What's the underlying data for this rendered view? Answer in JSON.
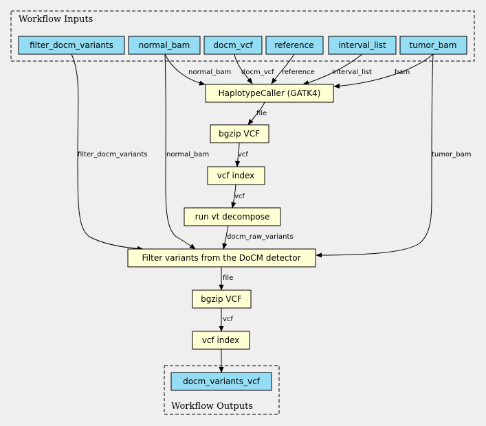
{
  "clusters": {
    "inputs_label": "Workflow Inputs",
    "outputs_label": "Workflow Outputs"
  },
  "inputs": {
    "filter_docm_variants": "filter_docm_variants",
    "normal_bam": "normal_bam",
    "docm_vcf": "docm_vcf",
    "reference": "reference",
    "interval_list": "interval_list",
    "tumor_bam": "tumor_bam"
  },
  "steps": {
    "haplotypecaller": "HaplotypeCaller (GATK4)",
    "bgzip1": "bgzip VCF",
    "index1": "vcf index",
    "decompose": "run vt decompose",
    "filter": "Filter variants from the DoCM detector",
    "bgzip2": "bgzip VCF",
    "index2": "vcf index"
  },
  "outputs": {
    "docm_variants_vcf": "docm_variants_vcf"
  },
  "edges": {
    "normal_bam_hc": "normal_bam",
    "docm_vcf_hc": "docm_vcf",
    "reference_hc": "reference",
    "interval_list_hc": "interval_list",
    "tumor_bam_hc": "bam",
    "hc_bgzip": "file",
    "bgzip_index": "vcf",
    "index_decompose": "vcf",
    "decompose_filter": "docm_raw_variants",
    "filter_docm_filter": "filter_docm_variants",
    "normal_bam_filter": "normal_bam",
    "tumor_bam_filter": "tumor_bam",
    "filter_bgzip": "file",
    "bgzip2_index2": "vcf"
  }
}
